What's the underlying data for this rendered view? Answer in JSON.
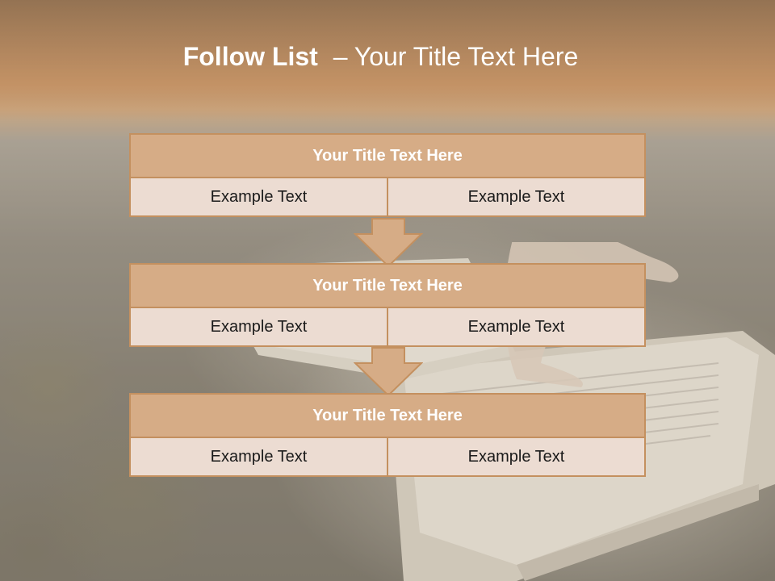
{
  "title": {
    "bold": "Follow List",
    "rest": "– Your Title Text Here"
  },
  "rows": [
    {
      "title": "Your Title Text Here",
      "left": "Example Text",
      "right": "Example Text"
    },
    {
      "title": "Your Title Text Here",
      "left": "Example Text",
      "right": "Example Text"
    },
    {
      "title": "Your Title Text Here",
      "left": "Example Text",
      "right": "Example Text"
    }
  ],
  "colors": {
    "header_fill": "#d6ac86",
    "cell_fill": "#ecdcd2",
    "border": "#c4905f",
    "arrow_fill": "#d6ac86"
  },
  "icons": [
    "down-arrow-icon",
    "down-arrow-icon"
  ]
}
